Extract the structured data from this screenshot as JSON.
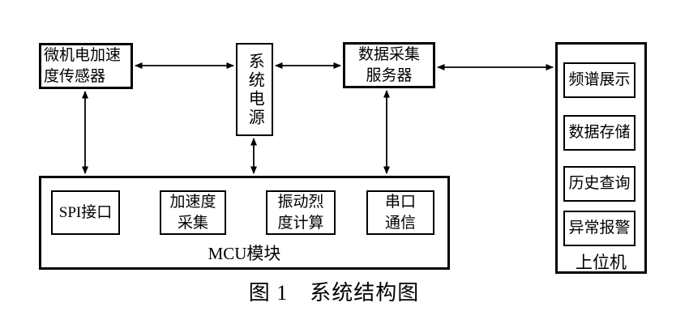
{
  "diagram": {
    "caption": "图 1　系统结构图",
    "sensor_label": "微机电加速\n度传感器",
    "power_label": "系统电源",
    "data_server_label": "数据采集\n服务器",
    "host": {
      "label": "上位机",
      "functions": [
        {
          "label": "频谱展示"
        },
        {
          "label": "数据存储"
        },
        {
          "label": "历史查询"
        },
        {
          "label": "异常报警"
        }
      ]
    },
    "mcu": {
      "label": "MCU模块",
      "spi_label": "SPI接口",
      "acquisition_label": "加速度\n采集",
      "vibration_label": "振动烈\n度计算",
      "serial_label": "串口\n通信"
    },
    "colors": {
      "line": "#000000",
      "background": "#ffffff"
    }
  }
}
